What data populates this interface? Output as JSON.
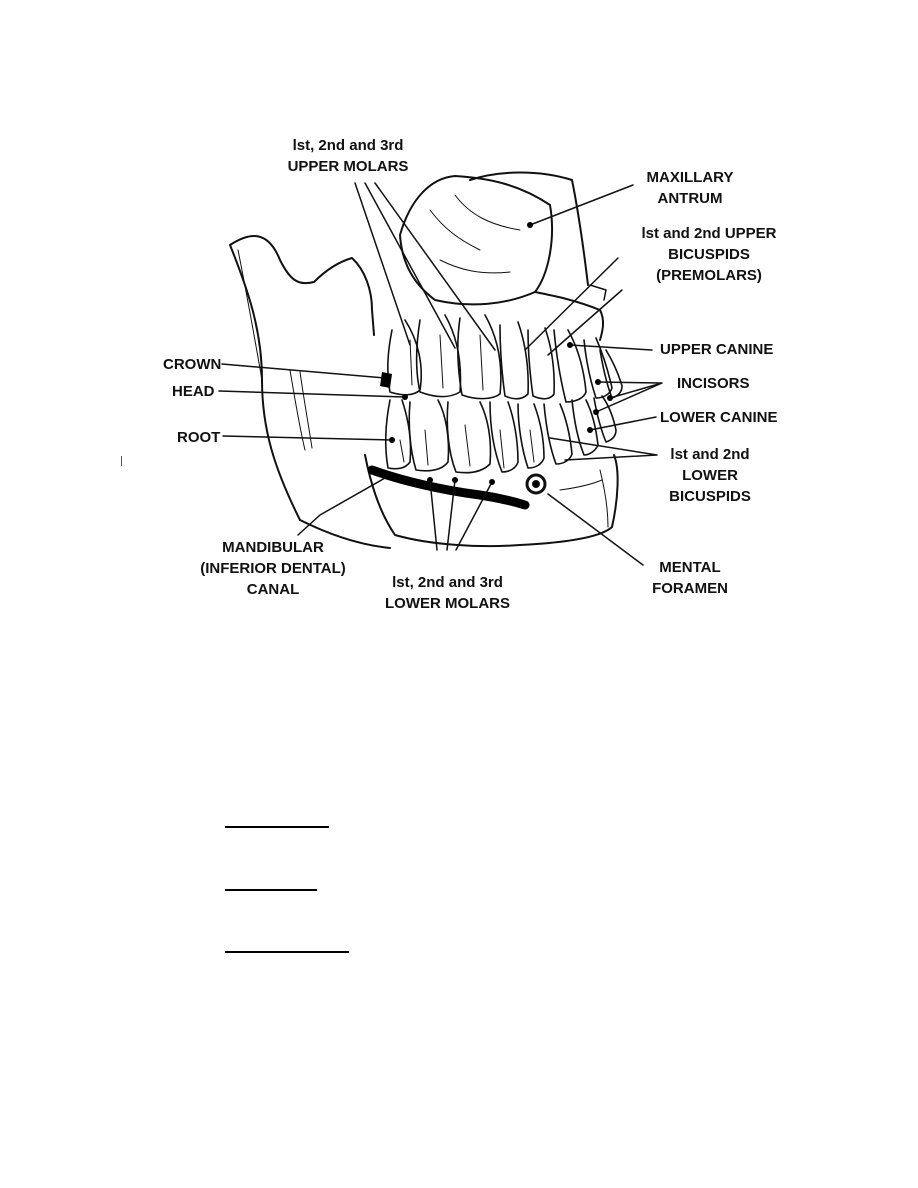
{
  "diagram": {
    "labels": {
      "upper_molars": [
        "lst, 2nd and 3rd",
        "UPPER MOLARS"
      ],
      "maxillary_antrum": [
        "MAXILLARY",
        "ANTRUM"
      ],
      "upper_bicuspids": [
        "lst and 2nd UPPER",
        "BICUSPIDS",
        "(PREMOLARS)"
      ],
      "upper_canine": [
        "UPPER CANINE"
      ],
      "incisors": [
        "INCISORS"
      ],
      "lower_canine": [
        "LOWER CANINE"
      ],
      "lower_bicuspids": [
        "lst and 2nd",
        "LOWER",
        "BICUSPIDS"
      ],
      "crown": [
        "CROWN"
      ],
      "head": [
        "HEAD"
      ],
      "root": [
        "ROOT"
      ],
      "mandibular_canal": [
        "MANDIBULAR",
        "(INFERIOR DENTAL)",
        "CANAL"
      ],
      "lower_molars": [
        "lst, 2nd and 3rd",
        "LOWER MOLARS"
      ],
      "mental_foramen": [
        "MENTAL",
        "FORAMEN"
      ]
    }
  },
  "answer_blanks": [
    {
      "width": 104
    },
    {
      "width": 92
    },
    {
      "width": 124
    }
  ]
}
